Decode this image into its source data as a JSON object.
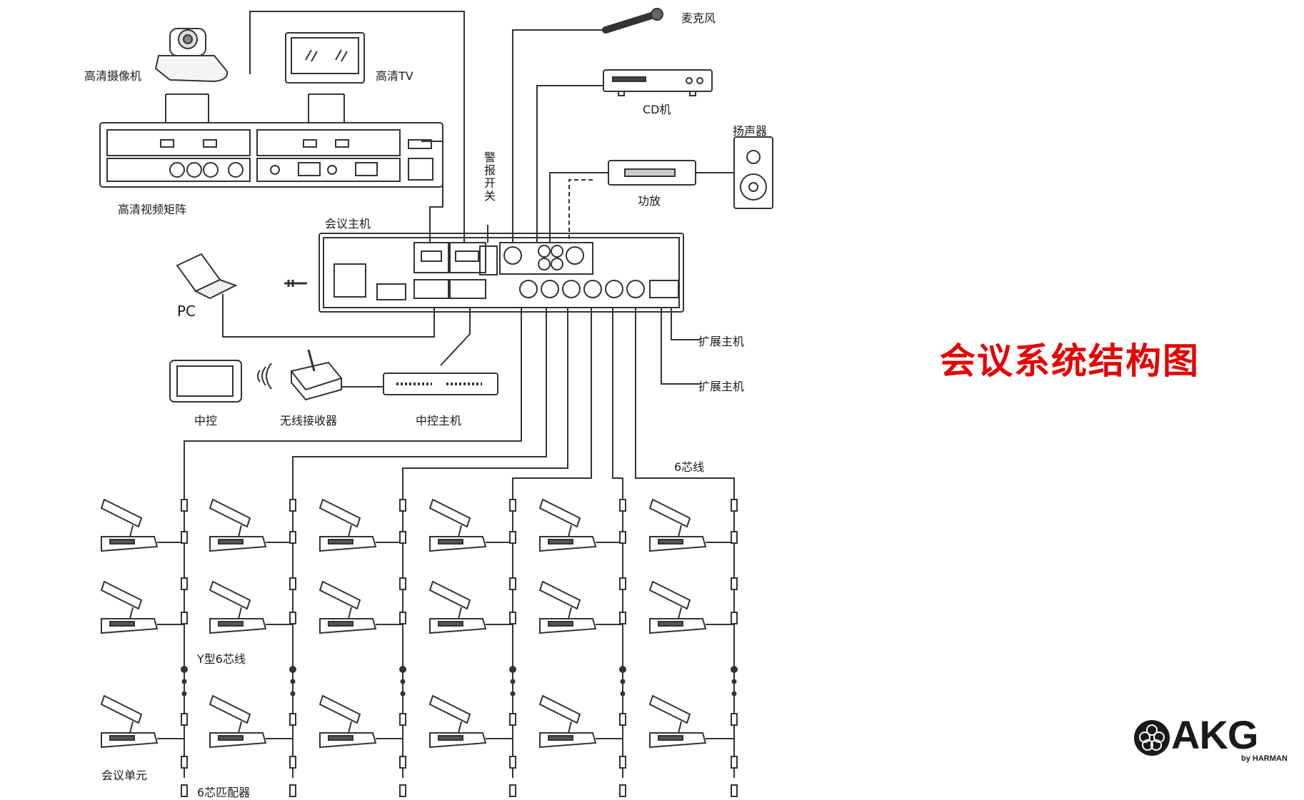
{
  "title": "会议系统结构图",
  "title_color": "#e60000",
  "logo": {
    "brand": "AKG",
    "sub": "by HARMAN"
  },
  "labels": {
    "hd_camera": "高清摄像机",
    "hd_tv": "高清TV",
    "microphone": "麦克风",
    "cd_player": "CD机",
    "speaker": "扬声器",
    "amplifier": "功放",
    "hd_matrix": "高清视频矩阵",
    "alarm_switch": "警报开关",
    "conference_host": "会议主机",
    "pc": "PC",
    "expansion_1": "扩展主机",
    "expansion_2": "扩展主机",
    "central_control": "中控",
    "wireless_receiver": "无线接收器",
    "control_host": "中控主机",
    "six_core_cable": "6芯线",
    "y_cable": "Y型6芯线",
    "conference_unit": "会议单元",
    "six_core_adapter": "6芯匹配器"
  }
}
